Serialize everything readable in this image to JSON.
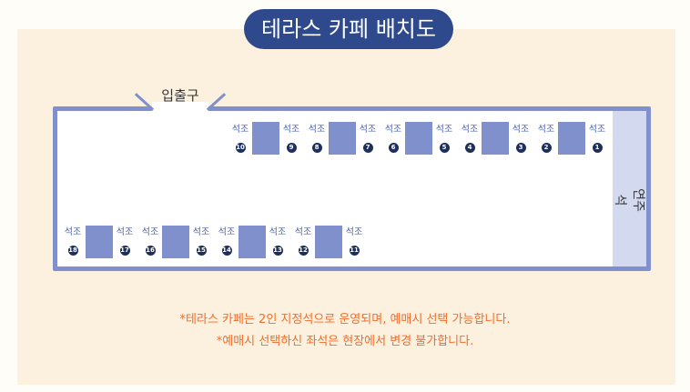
{
  "title": "테라스 카페 배치도",
  "entrance": "입출구",
  "stage": "연주석",
  "seat_label": "석조",
  "colors": {
    "title_bg": "#2f4a8c",
    "panel_bg": "#fcf1de",
    "room_border": "#8090cc",
    "table": "#8090cc",
    "stage_bg": "#d3d9ee",
    "seat_number_bg": "#1e2f5c",
    "seat_label": "#4a5fa6",
    "notice": "#f36c2b"
  },
  "seats": {
    "top_row": [
      "10",
      "9",
      "8",
      "7",
      "6",
      "5",
      "4",
      "3",
      "2",
      "1"
    ],
    "bottom_row": [
      "18",
      "17",
      "16",
      "15",
      "14",
      "13",
      "12",
      "11"
    ]
  },
  "notices": [
    "*테라스 카페는 2인 지정석으로 운영되며, 예매시 선택 가능합니다.",
    "*예매시 선택하신 좌석은 현장에서 변경 불가합니다."
  ]
}
